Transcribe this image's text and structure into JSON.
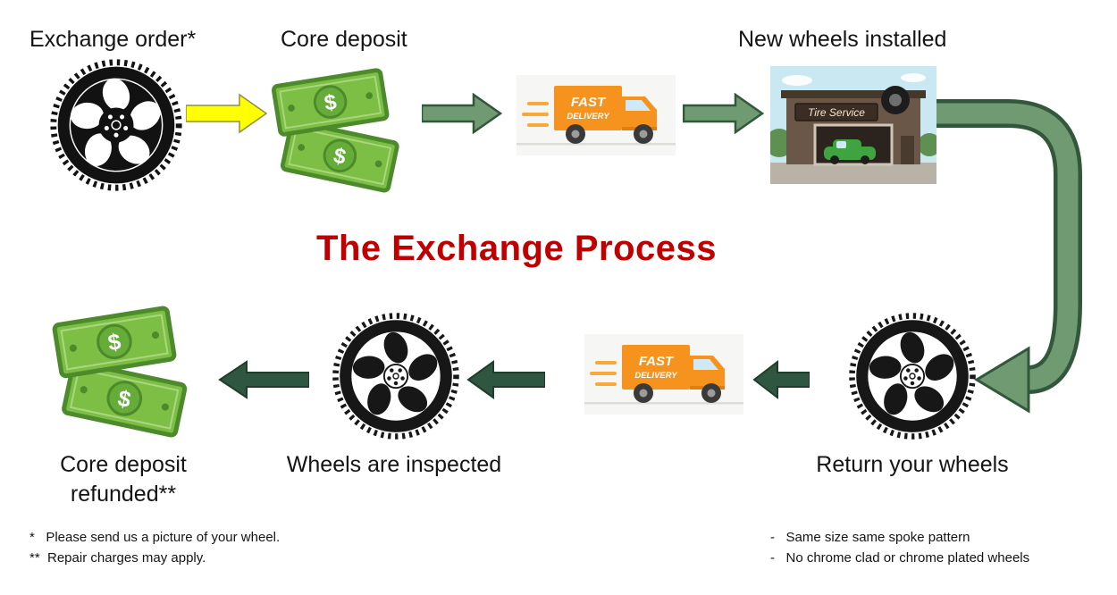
{
  "title": "The Exchange Process",
  "steps": [
    {
      "id": "exchange-order",
      "label": "Exchange order*",
      "icon": "alloy-wheel-black-icon"
    },
    {
      "id": "core-deposit",
      "label": "Core deposit",
      "icon": "money-bills-icon"
    },
    {
      "id": "outbound-shipping",
      "label": "",
      "icon": "fast-delivery-truck-icon"
    },
    {
      "id": "new-wheels-installed",
      "label": "New wheels installed",
      "icon": "tire-service-shop-icon"
    },
    {
      "id": "return-your-wheels",
      "label": "Return your wheels",
      "icon": "alloy-wheel-outline-icon"
    },
    {
      "id": "return-shipping",
      "label": "",
      "icon": "fast-delivery-truck-icon"
    },
    {
      "id": "wheels-inspected",
      "label": "Wheels are inspected",
      "icon": "alloy-wheel-outline-icon"
    },
    {
      "id": "core-deposit-refunded",
      "label": "Core deposit refunded**",
      "label_lines": [
        "Core deposit",
        "refunded**"
      ],
      "icon": "money-bills-icon"
    }
  ],
  "truck": {
    "line1": "FAST",
    "line2": "DELIVERY"
  },
  "shop": {
    "sign_text": "Tire Service"
  },
  "footnotes": {
    "left": [
      "*   Please send us a picture of your wheel.",
      "**  Repair charges may apply."
    ],
    "right": [
      "-   Same size same spoke pattern",
      "-   No chrome clad or chrome plated wheels"
    ]
  },
  "colors": {
    "title_red": "#C00000",
    "arrow_yellow_fill": "#FFFF00",
    "arrow_green_fill": "#6F9A72",
    "arrow_green_outline": "#33573B",
    "arrow_dark_green_fill": "#2F5640",
    "money_green": "#7DBE45",
    "money_dark_green": "#4C8A2B",
    "truck_orange": "#F6921E",
    "shop_brown": "#6B5747"
  }
}
